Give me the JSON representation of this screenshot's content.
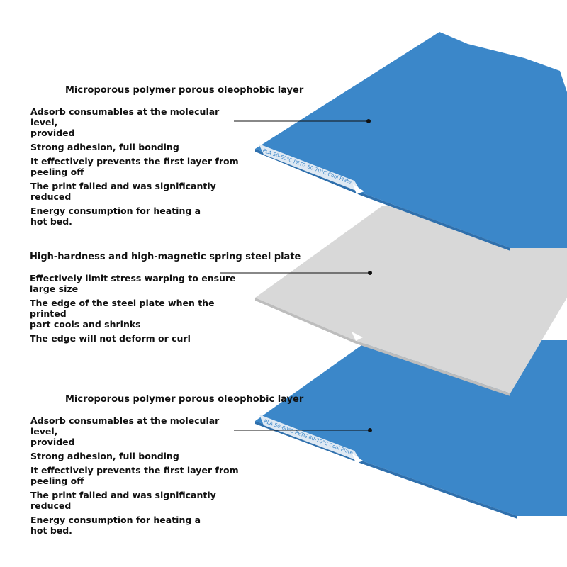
{
  "colors": {
    "plate_blue": "#3b87c9",
    "plate_blue_edge": "#2f70ad",
    "steel": "#d8d8d8",
    "steel_edge": "#bdbdbd",
    "label_strip": "#dfe9f3",
    "callout_line": "#111111"
  },
  "top_layer": {
    "heading": "Microporous polymer porous oleophobic layer",
    "features": [
      "Adsorb consumables at the molecular level,\nprovided",
      "Strong adhesion, full bonding",
      "It effectively prevents the first layer from\npeeling off",
      "The print failed and was significantly reduced",
      "Energy consumption for heating a\nhot bed."
    ],
    "plate_label": "PLA 50-60°C  PETG 60-70°C  Cool Plate"
  },
  "middle_layer": {
    "heading": "High-hardness and high-magnetic spring steel plate",
    "features": [
      "Effectively limit stress warping to ensure\nlarge size",
      "The edge of the steel plate when the printed\npart cools and shrinks",
      "The edge will not deform or curl"
    ]
  },
  "bottom_layer": {
    "heading": "Microporous polymer porous oleophobic layer",
    "features": [
      "Adsorb consumables at the molecular level,\nprovided",
      "Strong adhesion, full bonding",
      "It effectively prevents the first layer from\npeeling off",
      "The print failed and was significantly reduced",
      "Energy consumption for heating a\nhot bed."
    ],
    "plate_label": "PLA 50-60°C  PETG 60-70°C  Cool Plate"
  }
}
